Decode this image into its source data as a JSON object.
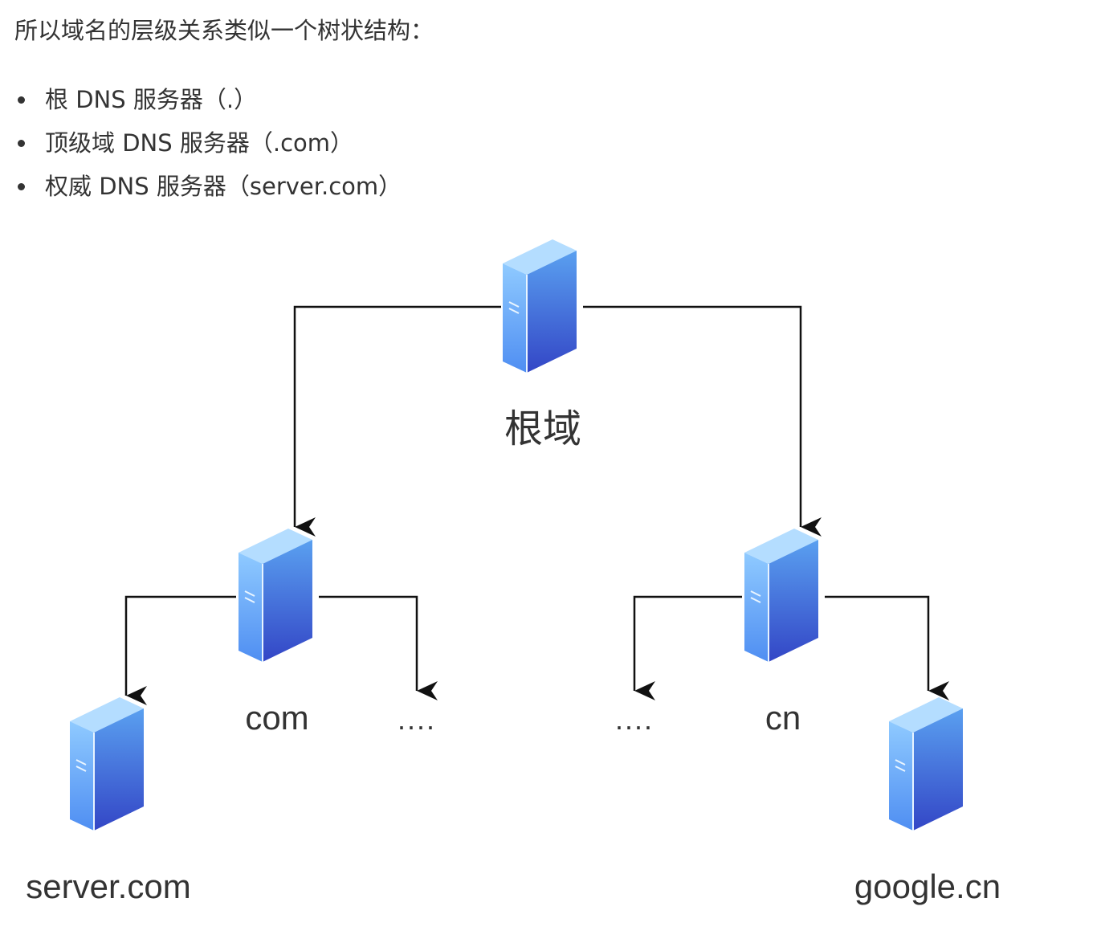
{
  "intro": "所以域名的层级关系类似一个树状结构：",
  "bullets": [
    "根 DNS 服务器（.）",
    "顶级域 DNS 服务器（.com）",
    "权威 DNS 服务器（server.com）"
  ],
  "diagram": {
    "nodes": {
      "root": {
        "label": "根域",
        "icon": "server-icon"
      },
      "com": {
        "label": "com",
        "icon": "server-icon"
      },
      "cn": {
        "label": "cn",
        "icon": "server-icon"
      },
      "server_com": {
        "label": "server.com",
        "icon": "server-icon"
      },
      "google_cn": {
        "label": "google.cn",
        "icon": "server-icon"
      },
      "more_com": {
        "label": "...."
      },
      "more_cn": {
        "label": "...."
      }
    },
    "edges": [
      [
        "root",
        "com"
      ],
      [
        "root",
        "cn"
      ],
      [
        "com",
        "server_com"
      ],
      [
        "com",
        "more_com"
      ],
      [
        "cn",
        "more_cn"
      ],
      [
        "cn",
        "google_cn"
      ]
    ],
    "colors": {
      "line": "#111111",
      "server_front_top": "#5aa0f0",
      "server_front_bottom": "#3346c6",
      "server_side": "#7fc0ff",
      "server_top": "#a9d8ff"
    }
  }
}
